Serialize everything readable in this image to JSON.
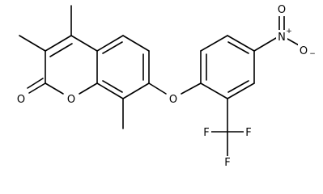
{
  "atoms": {
    "carbonyl_oxygen": "O",
    "ring_oxygen": "O",
    "ether_oxygen": "O",
    "nitro_nitrogen": "N",
    "nitro_oxygen_top": "O",
    "nitro_oxygen_right": "O",
    "fluorine_left": "F",
    "fluorine_right": "F",
    "fluorine_bottom": "F"
  },
  "charges": {
    "nitro_nitrogen": "+",
    "nitro_oxygen_right": "−"
  },
  "colors": {
    "bond": "#000000",
    "label": "#000000",
    "background": "#ffffff"
  }
}
